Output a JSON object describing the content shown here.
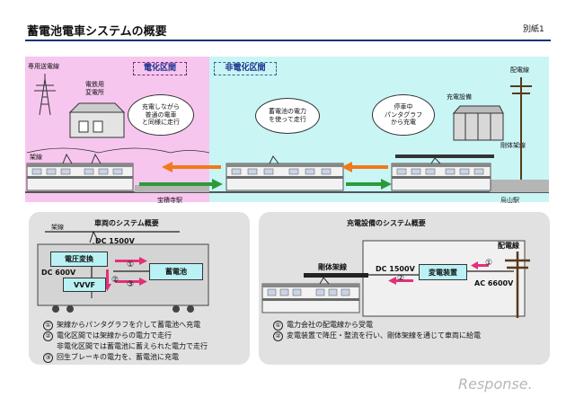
{
  "header": {
    "title": "蓄電池電車システムの概要",
    "attachment": "別紙1"
  },
  "overview": {
    "electrified_label": "電化区間",
    "non_electrified_label": "非電化区間",
    "dedicated_line_label": "専用送電線",
    "substation_label": "電鉄用\n変電所",
    "overhead_label": "架線",
    "station_left": "宝積寺駅",
    "station_right": "烏山駅",
    "power_line_label": "配電線",
    "charging_equipment_label": "充電設備",
    "rigid_overhead_label": "剛体架線",
    "bubble_1": "充電しながら\n普通の電車\nと同様に走行",
    "bubble_2": "蓄電池の電力\nを使って走行",
    "bubble_3": "停車中\nパンタグラフ\nから充電"
  },
  "vehicle_panel": {
    "title": "車両のシステム概要",
    "overhead_label": "架線",
    "dc1500": "DC 1500V",
    "voltage_converter": "電圧変換",
    "dc600": "DC 600V",
    "vvvf": "VVVF",
    "battery": "蓄電池",
    "m1": "①",
    "m2": "②",
    "m3": "③",
    "legend": [
      "架線からパンタグラフを介して蓄電池へ充電",
      "電化区間では架線からの電力で走行",
      "非電化区間では蓄電池に蓄えられた電力で走行",
      "回生ブレーキの電力を、蓄電池に充電"
    ],
    "legend_nums": [
      "①",
      "②",
      "",
      "③"
    ]
  },
  "charging_panel": {
    "title": "充電設備のシステム概要",
    "rigid_overhead": "剛体架線",
    "dc1500": "DC 1500V",
    "converter": "変電装置",
    "power_line": "配電線",
    "ac6600": "AC 6600V",
    "m1": "①",
    "m2": "②",
    "legend": [
      "電力会社の配電線から受電",
      "変電装置で降圧・整流を行い、剛体架線を通じて車両に給電"
    ],
    "legend_nums": [
      "①",
      "②"
    ]
  },
  "footer": {
    "logo": "Response."
  },
  "colors": {
    "electrified": "#f7c6ef",
    "non_electrified": "#c9f5f5",
    "arrow_orange": "#f07a18",
    "arrow_green": "#2c9a3a",
    "arrow_pink": "#e2307a",
    "navy": "#1a2f7a"
  }
}
